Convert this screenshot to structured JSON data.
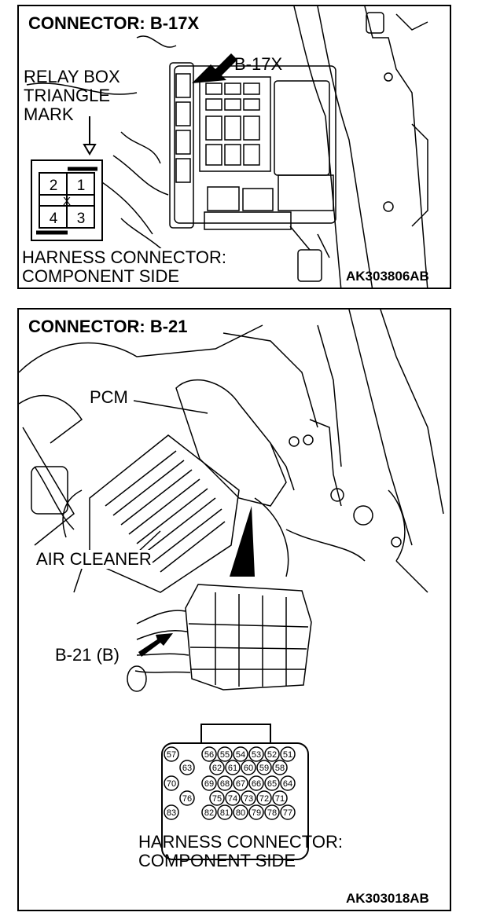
{
  "panel1": {
    "title": "CONNECTOR: B-17X",
    "connector_callout": "B-17X",
    "relay_box_label": [
      "RELAY BOX",
      "TRIANGLE",
      "MARK"
    ],
    "pins": [
      "2",
      "1",
      "4",
      "3"
    ],
    "center_mark": "X",
    "harness_label": [
      "HARNESS CONNECTOR:",
      "COMPONENT SIDE"
    ],
    "figure_code": "AK303806AB"
  },
  "panel2": {
    "title": "CONNECTOR: B-21",
    "pcm_label": "PCM",
    "air_cleaner_label": "AIR CLEANER",
    "connector_callout": "B-21 (B)",
    "pin_rows": [
      [
        "57",
        "56",
        "55",
        "54",
        "53",
        "52",
        "51"
      ],
      [
        "63",
        "62",
        "61",
        "60",
        "59",
        "58"
      ],
      [
        "70",
        "69",
        "68",
        "67",
        "66",
        "65",
        "64"
      ],
      [
        "76",
        "75",
        "74",
        "73",
        "72",
        "71"
      ],
      [
        "83",
        "82",
        "81",
        "80",
        "79",
        "78",
        "77"
      ]
    ],
    "harness_label": [
      "HARNESS CONNECTOR:",
      "COMPONENT SIDE"
    ],
    "figure_code": "AK303018AB"
  }
}
